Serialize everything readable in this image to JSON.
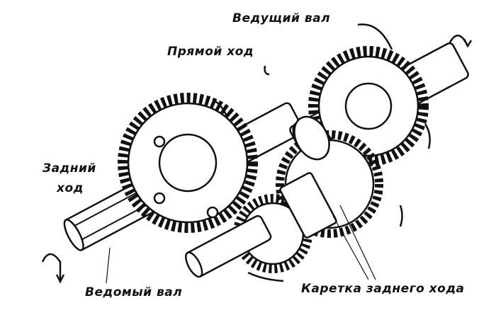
{
  "labels": {
    "drive_shaft": "Ведущий вал",
    "direct_drive": "Прямой ход",
    "reverse_line1": "Задний",
    "reverse_line2": "ход",
    "driven_shaft": "Ведомый вал",
    "reverse_carriage": "Каретка заднего хода"
  }
}
